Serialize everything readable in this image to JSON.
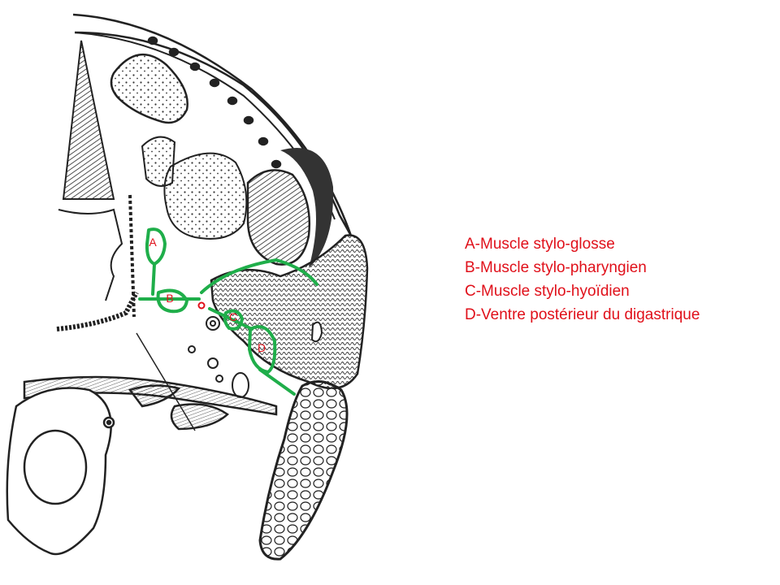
{
  "colors": {
    "label_red": "#e0101a",
    "highlight_green": "#1fae4a",
    "ink": "#222222"
  },
  "markers": [
    {
      "letter": "A"
    },
    {
      "letter": "B"
    },
    {
      "letter": "C"
    },
    {
      "letter": "D"
    }
  ],
  "legend": [
    "A-Muscle stylo-glosse",
    "B-Muscle stylo-pharyngien",
    "C-Muscle stylo-hyoïdien",
    "D-Ventre postérieur du digastrique"
  ]
}
